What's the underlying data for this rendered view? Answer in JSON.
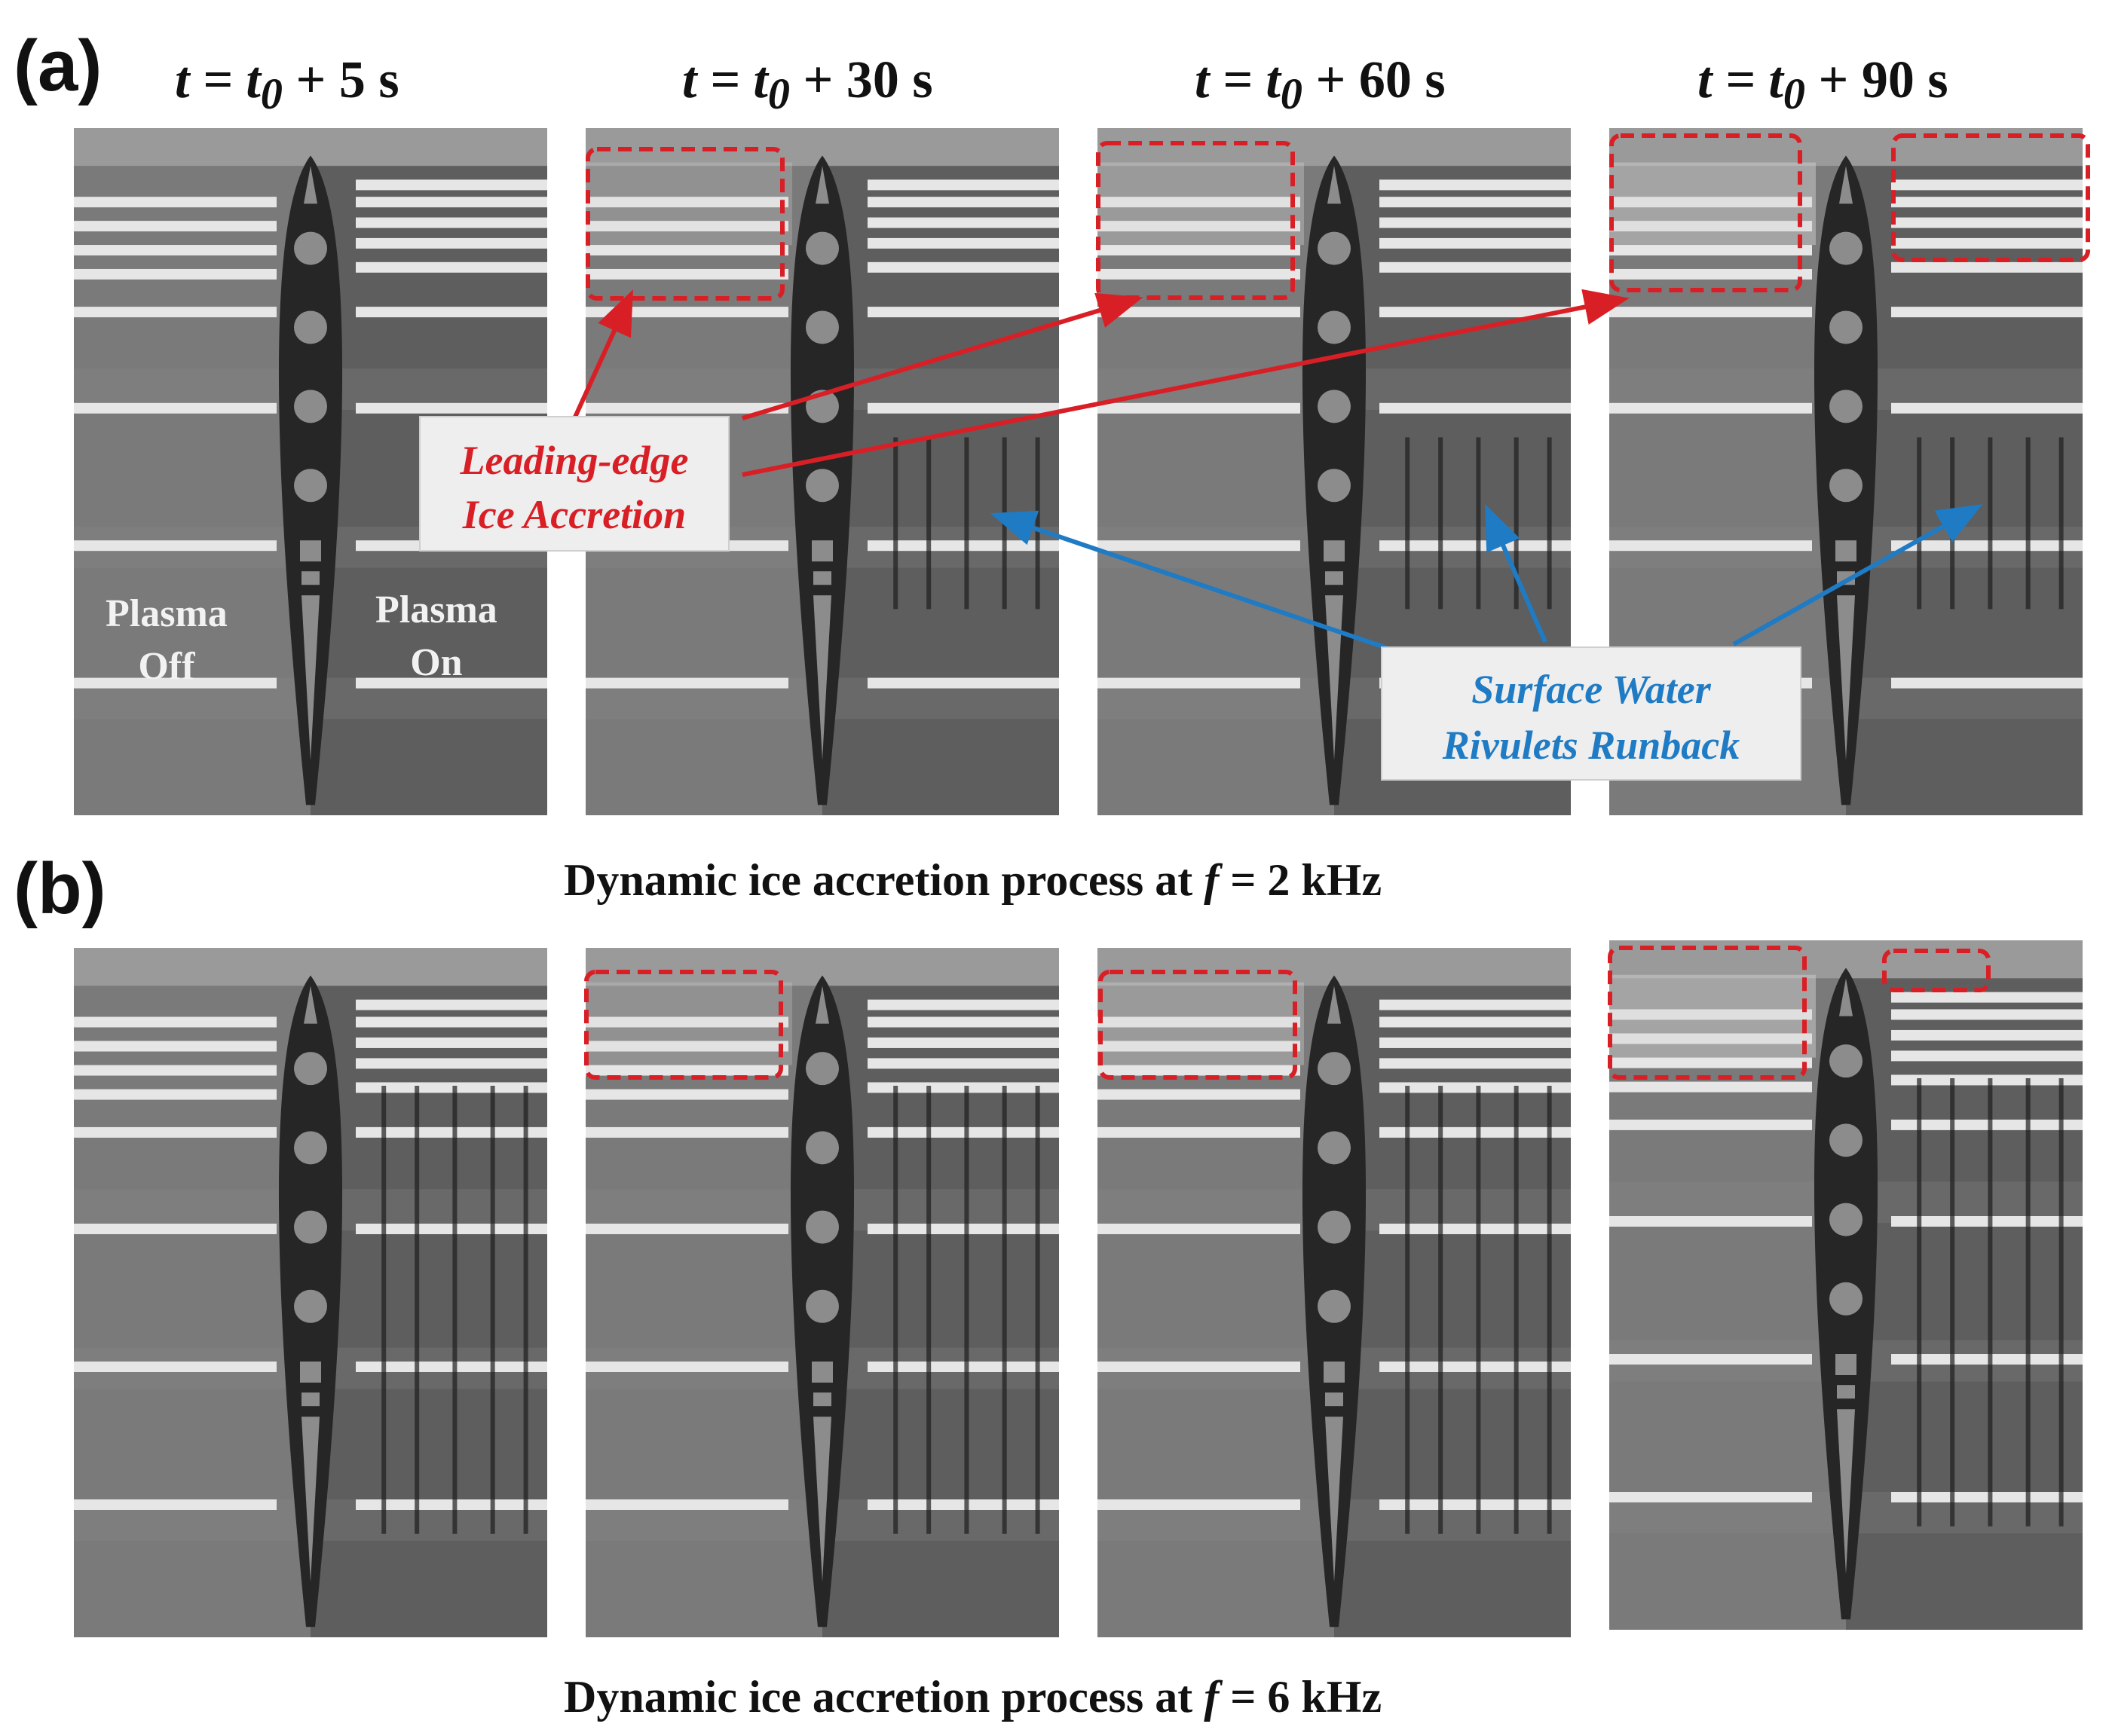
{
  "panels": [
    {
      "label": "(a)",
      "caption_prefix": "Dynamic ice accretion process at ",
      "caption_var": "f",
      "caption_suffix": " = 2 kHz"
    },
    {
      "label": "(b)",
      "caption_prefix": "Dynamic ice accretion process at ",
      "caption_var": "f",
      "caption_suffix": " = 6 kHz"
    }
  ],
  "time_labels": [
    {
      "prefix": "t = t",
      "sub": "0",
      "suffix": " + 5 s"
    },
    {
      "prefix": "t = t",
      "sub": "0",
      "suffix": " + 30 s"
    },
    {
      "prefix": "t = t",
      "sub": "0",
      "suffix": " + 60 s"
    },
    {
      "prefix": "t = t",
      "sub": "0",
      "suffix": " + 90 s"
    }
  ],
  "plasma_labels": {
    "off_line1": "Plasma",
    "off_line2": "Off",
    "on_line1": "Plasma",
    "on_line2": "On"
  },
  "callouts": {
    "ice_line1": "Leading-edge",
    "ice_line2": "Ice Accretion",
    "water_line1": "Surface Water",
    "water_line2": "Rivulets Runback"
  },
  "colors": {
    "ice_annotation": "#d91f26",
    "water_annotation": "#1f7bc4",
    "airfoil": "#262626"
  }
}
